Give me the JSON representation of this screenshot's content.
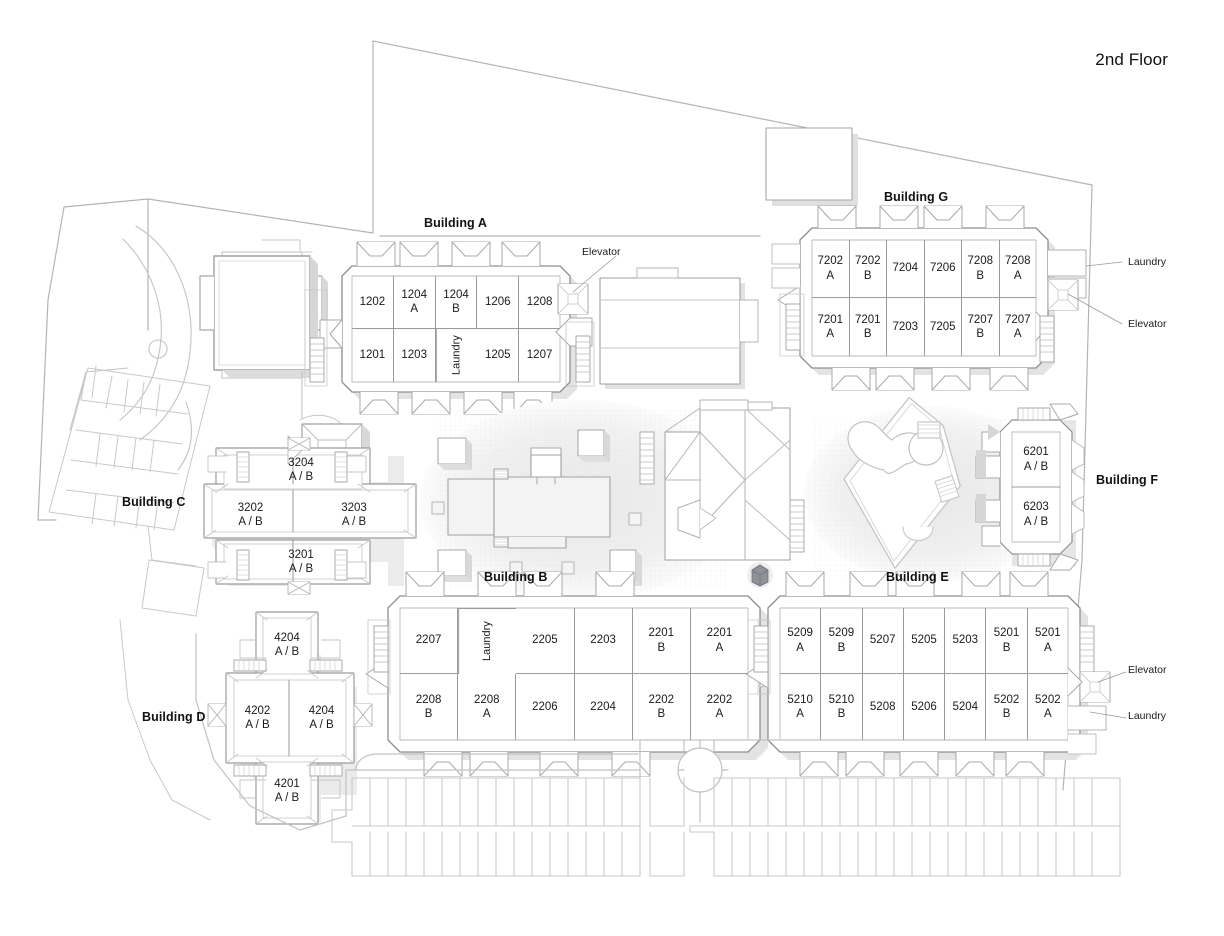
{
  "page": {
    "title": "2nd Floor",
    "type": "apartment-community-site-plan"
  },
  "buildings": [
    {
      "id": "A",
      "label": "Building A",
      "layout": "two-row-grid",
      "rows": [
        {
          "units": [
            {
              "num": "1202",
              "sub": ""
            },
            {
              "num": "1204",
              "sub": "A"
            },
            {
              "num": "1204",
              "sub": "B"
            },
            {
              "num": "1206",
              "sub": ""
            },
            {
              "num": "1208",
              "sub": ""
            }
          ]
        },
        {
          "units": [
            {
              "num": "1201",
              "sub": ""
            },
            {
              "num": "1203",
              "sub": ""
            },
            {
              "num": "Laundry",
              "sub": "",
              "vertical": true
            },
            {
              "num": "1205",
              "sub": ""
            },
            {
              "num": "1207",
              "sub": ""
            }
          ]
        }
      ],
      "callouts": [
        {
          "text": "Elevator",
          "side": "right-top"
        }
      ]
    },
    {
      "id": "G",
      "label": "Building G",
      "layout": "two-row-grid",
      "rows": [
        {
          "units": [
            {
              "num": "7202",
              "sub": "A"
            },
            {
              "num": "7202",
              "sub": "B"
            },
            {
              "num": "7204",
              "sub": ""
            },
            {
              "num": "7206",
              "sub": ""
            },
            {
              "num": "7208",
              "sub": "B"
            },
            {
              "num": "7208",
              "sub": "A"
            }
          ]
        },
        {
          "units": [
            {
              "num": "7201",
              "sub": "A"
            },
            {
              "num": "7201",
              "sub": "B"
            },
            {
              "num": "7203",
              "sub": ""
            },
            {
              "num": "7205",
              "sub": ""
            },
            {
              "num": "7207",
              "sub": "B"
            },
            {
              "num": "7207",
              "sub": "A"
            }
          ]
        }
      ],
      "callouts": [
        {
          "text": "Laundry",
          "side": "right-upper"
        },
        {
          "text": "Elevator",
          "side": "right-lower"
        }
      ]
    },
    {
      "id": "B",
      "label": "Building B",
      "layout": "two-row-grid",
      "rows": [
        {
          "units": [
            {
              "num": "2207",
              "sub": ""
            },
            {
              "num": "Laundry",
              "sub": "",
              "vertical": true
            },
            {
              "num": "2205",
              "sub": ""
            },
            {
              "num": "2203",
              "sub": ""
            },
            {
              "num": "2201",
              "sub": "B"
            },
            {
              "num": "2201",
              "sub": "A"
            }
          ]
        },
        {
          "units": [
            {
              "num": "2208",
              "sub": "B"
            },
            {
              "num": "2208",
              "sub": "A"
            },
            {
              "num": "2206",
              "sub": ""
            },
            {
              "num": "2204",
              "sub": ""
            },
            {
              "num": "2202",
              "sub": "B"
            },
            {
              "num": "2202",
              "sub": "A"
            }
          ]
        }
      ],
      "callouts": []
    },
    {
      "id": "E",
      "label": "Building E",
      "layout": "two-row-grid",
      "rows": [
        {
          "units": [
            {
              "num": "5209",
              "sub": "A"
            },
            {
              "num": "5209",
              "sub": "B"
            },
            {
              "num": "5207",
              "sub": ""
            },
            {
              "num": "5205",
              "sub": ""
            },
            {
              "num": "5203",
              "sub": ""
            },
            {
              "num": "5201",
              "sub": "B"
            },
            {
              "num": "5201",
              "sub": "A"
            }
          ]
        },
        {
          "units": [
            {
              "num": "5210",
              "sub": "A"
            },
            {
              "num": "5210",
              "sub": "B"
            },
            {
              "num": "5208",
              "sub": ""
            },
            {
              "num": "5206",
              "sub": ""
            },
            {
              "num": "5204",
              "sub": ""
            },
            {
              "num": "5202",
              "sub": "B"
            },
            {
              "num": "5202",
              "sub": "A"
            }
          ]
        }
      ],
      "callouts": [
        {
          "text": "Elevator",
          "side": "right-upper"
        },
        {
          "text": "Laundry",
          "side": "right-lower"
        }
      ]
    },
    {
      "id": "C",
      "label": "Building C",
      "layout": "quad",
      "units": [
        {
          "num": "3204",
          "sub": "A / B",
          "pos": "top"
        },
        {
          "num": "3202",
          "sub": "A / B",
          "pos": "left"
        },
        {
          "num": "3203",
          "sub": "A / B",
          "pos": "right"
        },
        {
          "num": "3201",
          "sub": "A / B",
          "pos": "bottom"
        }
      ]
    },
    {
      "id": "D",
      "label": "Building D",
      "layout": "quad",
      "units": [
        {
          "num": "4204",
          "sub": "A / B",
          "pos": "top"
        },
        {
          "num": "4202",
          "sub": "A / B",
          "pos": "left"
        },
        {
          "num": "4204",
          "sub": "A / B",
          "pos": "right"
        },
        {
          "num": "4201",
          "sub": "A / B",
          "pos": "bottom"
        }
      ]
    },
    {
      "id": "F",
      "label": "Building F",
      "layout": "vertical-stack",
      "units": [
        {
          "num": "6201",
          "sub": "A / B"
        },
        {
          "num": "6203",
          "sub": "A / B"
        }
      ]
    }
  ],
  "site_features": [
    {
      "name": "clubhouse",
      "label": ""
    },
    {
      "name": "pool",
      "label": ""
    },
    {
      "name": "spa",
      "label": ""
    },
    {
      "name": "roundabout",
      "label": ""
    },
    {
      "name": "parking-lot-south",
      "label": ""
    },
    {
      "name": "parking-lot-west",
      "label": ""
    },
    {
      "name": "courtyard-west",
      "label": ""
    },
    {
      "name": "courtyard-east",
      "label": ""
    },
    {
      "name": "property-boundary",
      "label": ""
    }
  ],
  "colors": {
    "ink": "#111111",
    "line": "#9a9a9a",
    "line_light": "#c8c8c8",
    "line_faint": "#dcdcdc",
    "shadow": "#d2d2d2",
    "courtyard": "#f1f1f1",
    "pad": "#ebebeb",
    "background": "#ffffff"
  }
}
